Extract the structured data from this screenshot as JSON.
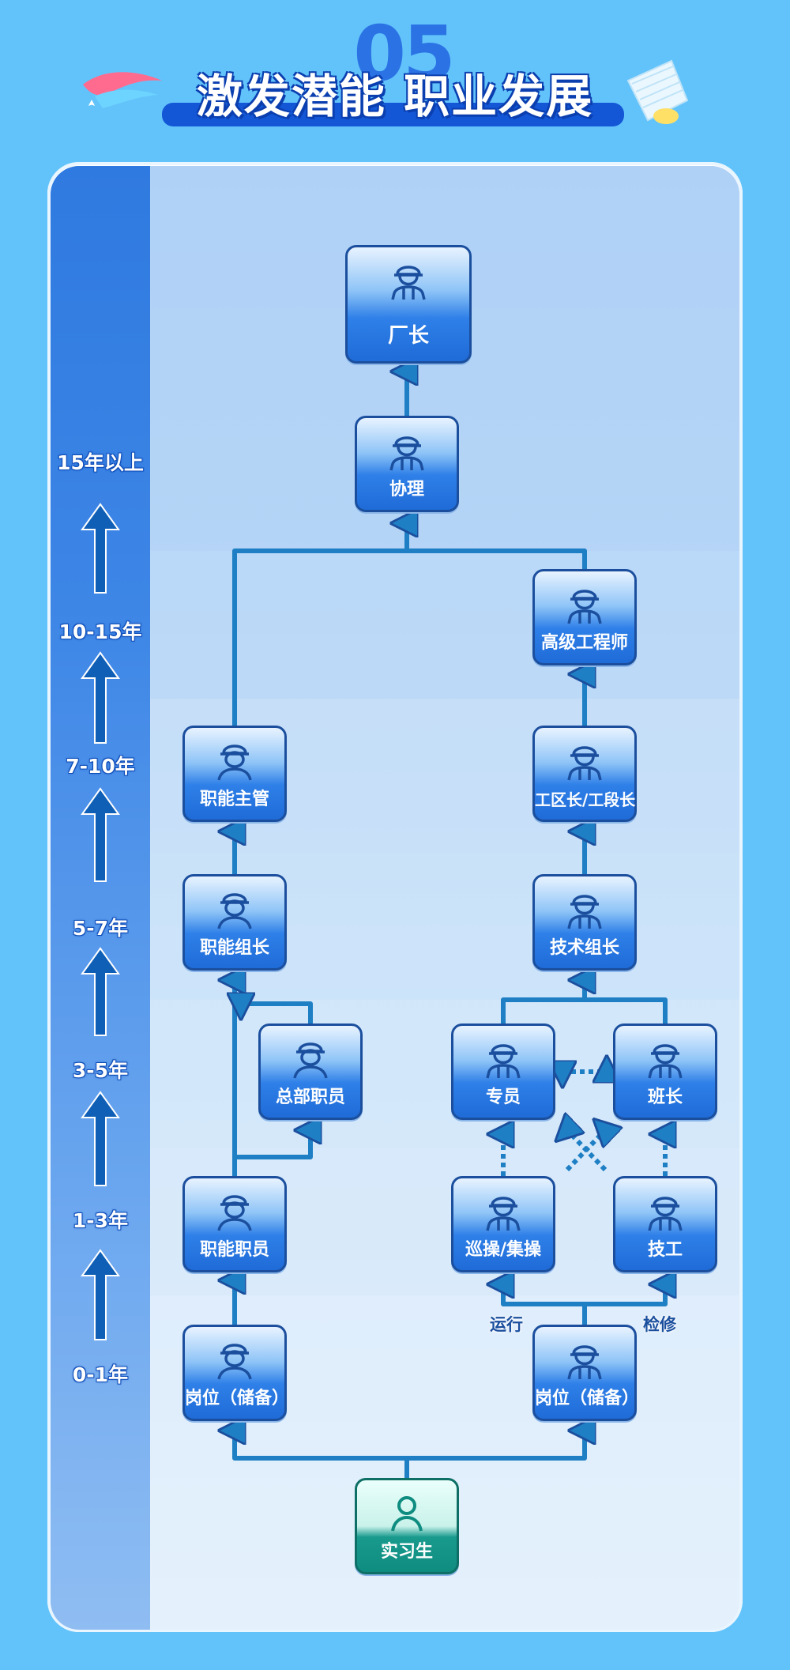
{
  "header": {
    "number": "05",
    "title": "激发潜能 职业发展"
  },
  "timeline": [
    {
      "id": "y15",
      "label": "15年以上"
    },
    {
      "id": "y10",
      "label": "10-15年"
    },
    {
      "id": "y7",
      "label": "7-10年"
    },
    {
      "id": "y5",
      "label": "5-7年"
    },
    {
      "id": "y3",
      "label": "3-5年"
    },
    {
      "id": "y1",
      "label": "1-3年"
    },
    {
      "id": "y0",
      "label": "0-1年"
    }
  ],
  "nodes": {
    "factory_director": "厂长",
    "assistant_director": "协理",
    "senior_engineer": "高级工程师",
    "functional_supervisor": "职能主管",
    "section_leader": "工区长/工段长",
    "functional_team_leader": "职能组长",
    "tech_team_leader": "技术组长",
    "hq_staff": "总部职员",
    "specialist": "专员",
    "shift_leader": "班长",
    "functional_staff": "职能职员",
    "patrol_operator": "巡操/集操",
    "technician": "技工",
    "reserve_left": "岗位（储备）",
    "reserve_right": "岗位（储备）",
    "intern": "实习生"
  },
  "branch_labels": {
    "operation": "运行",
    "maintenance": "检修"
  },
  "colors": {
    "background": "#62c3fb",
    "title_bar": "#1357d6",
    "node_blue": "#2f80e8",
    "node_teal": "#0f8c80",
    "connector": "#1f7fc4"
  }
}
